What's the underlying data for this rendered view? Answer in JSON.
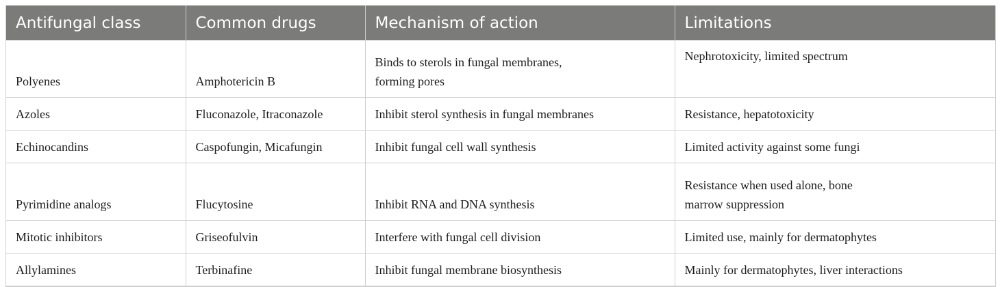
{
  "table": {
    "headers": [
      "Antifungal class",
      "Common drugs",
      "Mechanism of action",
      "Limitations"
    ],
    "rows": [
      {
        "class": "Polyenes",
        "drugs": "Amphotericin B",
        "mechanism": [
          "Binds to sterols in fungal membranes,",
          "forming pores"
        ],
        "limitations": [
          "Nephrotoxicity, limited spectrum"
        ]
      },
      {
        "class": "Azoles",
        "drugs": "Fluconazole, Itraconazole",
        "mechanism": [
          "Inhibit sterol synthesis in fungal membranes"
        ],
        "limitations": [
          "Resistance, hepatotoxicity"
        ]
      },
      {
        "class": "Echinocandins",
        "drugs": "Caspofungin, Micafungin",
        "mechanism": [
          "Inhibit fungal cell wall synthesis"
        ],
        "limitations": [
          "Limited activity against some fungi"
        ]
      },
      {
        "class": "Pyrimidine analogs",
        "drugs": "Flucytosine",
        "mechanism": [
          "Inhibit RNA and DNA synthesis"
        ],
        "limitations": [
          "Resistance when used alone, bone",
          "marrow suppression"
        ]
      },
      {
        "class": "Mitotic inhibitors",
        "drugs": "Griseofulvin",
        "mechanism": [
          "Interfere with fungal cell division"
        ],
        "limitations": [
          "Limited use, mainly for dermatophytes"
        ]
      },
      {
        "class": "Allylamines",
        "drugs": "Terbinafine",
        "mechanism": [
          "Inhibit fungal membrane biosynthesis"
        ],
        "limitations": [
          "Mainly for dermatophytes, liver interactions"
        ]
      }
    ]
  }
}
